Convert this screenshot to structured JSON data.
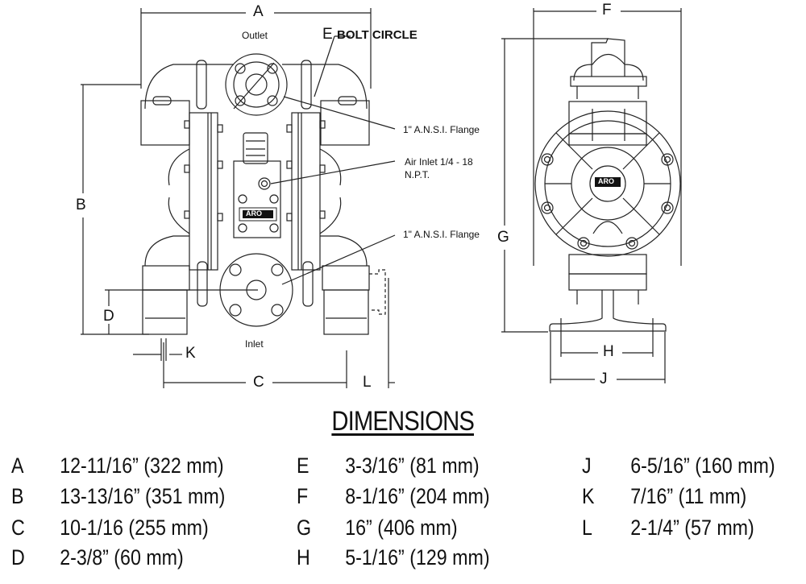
{
  "diagram": {
    "front_view": {
      "labels": {
        "outlet": "Outlet",
        "inlet": "Inlet",
        "bolt_circle_letter": "E",
        "bolt_circle_text": "BOLT CIRCLE",
        "flange_top": "1\" A.N.S.I. Flange",
        "air_inlet_line1": "Air Inlet 1/4 - 18",
        "air_inlet_line2": "N.P.T.",
        "flange_bottom": "1\" A.N.S.I. Flange",
        "brand_plate": "ARO"
      },
      "dimension_letters": [
        "A",
        "B",
        "C",
        "D",
        "K",
        "L"
      ]
    },
    "side_view": {
      "labels": {
        "brand_plate": "ARO"
      },
      "dimension_letters": [
        "F",
        "G",
        "H",
        "J"
      ]
    }
  },
  "dimensions": {
    "title": "DIMENSIONS",
    "columns": [
      [
        {
          "key": "A",
          "value": "12-11/16” (322 mm)"
        },
        {
          "key": "B",
          "value": "13-13/16” (351 mm)"
        },
        {
          "key": "C",
          "value": "10-1/16 (255 mm)"
        },
        {
          "key": "D",
          "value": "2-3/8” (60 mm)"
        }
      ],
      [
        {
          "key": "E",
          "value": "3-3/16” (81 mm)"
        },
        {
          "key": "F",
          "value": "8-1/16” (204 mm)"
        },
        {
          "key": "G",
          "value": "16” (406 mm)"
        },
        {
          "key": "H",
          "value": "5-1/16” (129 mm)"
        }
      ],
      [
        {
          "key": "J",
          "value": "6-5/16” (160 mm)"
        },
        {
          "key": "K",
          "value": "7/16” (11 mm)"
        },
        {
          "key": "L",
          "value": "2-1/4” (57 mm)"
        }
      ]
    ]
  }
}
